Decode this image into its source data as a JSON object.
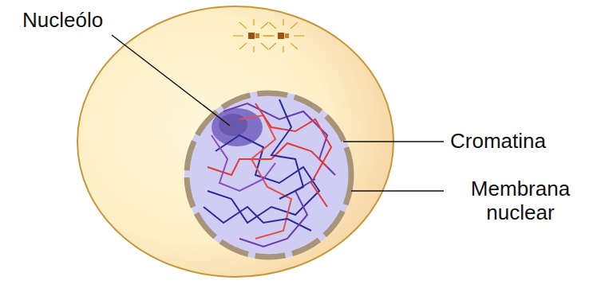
{
  "diagram": {
    "labels": [
      "Nucleólo",
      "Cromatina",
      "Membrana nuclear"
    ]
  }
}
